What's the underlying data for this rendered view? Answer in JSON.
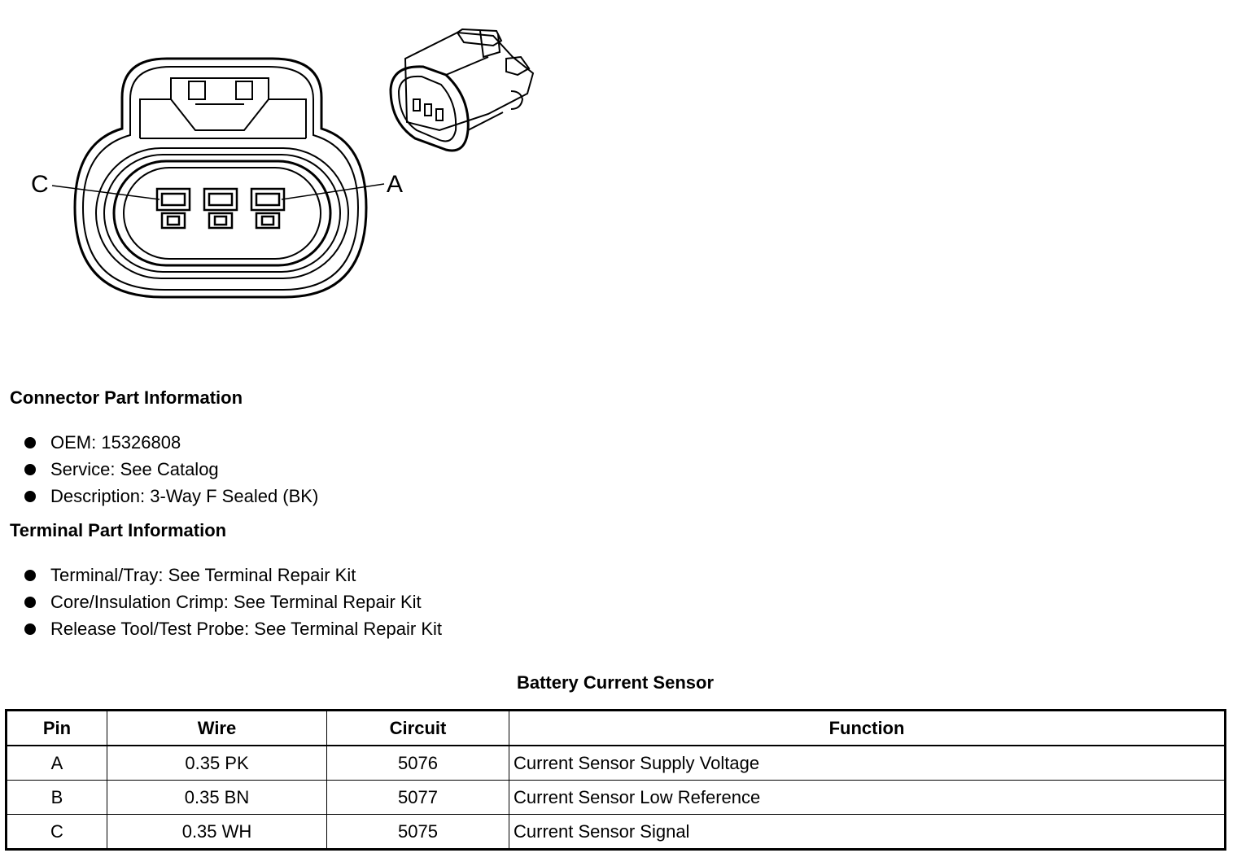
{
  "diagram": {
    "pin_label_left": "C",
    "pin_label_right": "A"
  },
  "connector_info": {
    "title": "Connector Part Information",
    "items": [
      "OEM: 15326808",
      "Service: See Catalog",
      "Description: 3-Way F Sealed (BK)"
    ]
  },
  "terminal_info": {
    "title": "Terminal Part Information",
    "items": [
      "Terminal/Tray: See Terminal Repair Kit",
      "Core/Insulation Crimp: See Terminal Repair Kit",
      "Release Tool/Test Probe: See Terminal Repair Kit"
    ]
  },
  "table": {
    "title": "Battery Current Sensor",
    "headers": [
      "Pin",
      "Wire",
      "Circuit",
      "Function"
    ],
    "rows": [
      [
        "A",
        "0.35 PK",
        "5076",
        "Current Sensor Supply Voltage"
      ],
      [
        "B",
        "0.35 BN",
        "5077",
        "Current Sensor Low Reference"
      ],
      [
        "C",
        "0.35 WH",
        "5075",
        "Current Sensor Signal"
      ]
    ]
  }
}
